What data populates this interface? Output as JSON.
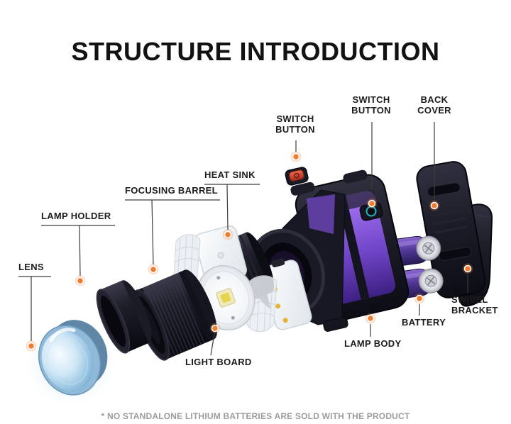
{
  "header": {
    "title": "STRUCTURE INTRODUCTION"
  },
  "labels": [
    {
      "part": "lens",
      "text": "LENS"
    },
    {
      "part": "lamp-holder",
      "text": "LAMP HOLDER"
    },
    {
      "part": "focusing-barrel",
      "text": "FOCUSING BARREL"
    },
    {
      "part": "heat-sink",
      "text": "HEAT SINK"
    },
    {
      "part": "switch-button-front",
      "text": "SWITCH BUTTON"
    },
    {
      "part": "switch-button-rear",
      "text": "SWITCH BUTTON"
    },
    {
      "part": "back-cover",
      "text": "BACK COVER"
    },
    {
      "part": "swivel-bracket",
      "text": "SWIVEL BRACKET"
    },
    {
      "part": "battery",
      "text": "BATTERY"
    },
    {
      "part": "lamp-body",
      "text": "LAMP BODY"
    },
    {
      "part": "light-board",
      "text": "LIGHT BOARD"
    }
  ],
  "footer": {
    "note": "* NO STANDALONE LITHIUM BATTERIES ARE SOLD WITH THE PRODUCT"
  },
  "colors": {
    "marker": "#EE7D2F",
    "title": "#121212",
    "label": "#1c1c1c",
    "note": "#9c9c9c",
    "body_dark": "#14141e",
    "accent_purple": "#7B4FD4",
    "lens_blue": "#9CC8E4"
  }
}
